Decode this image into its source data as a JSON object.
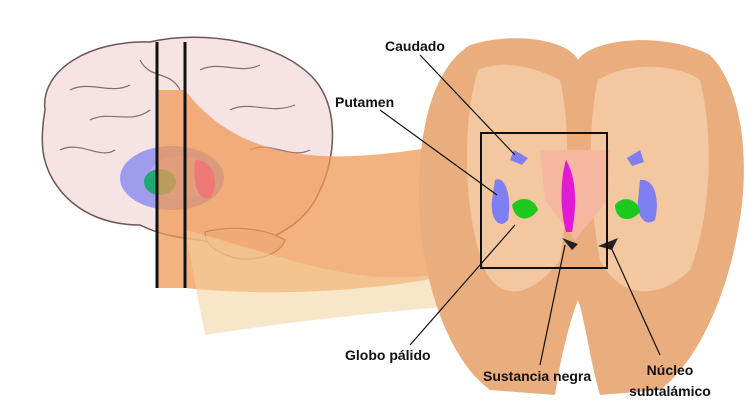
{
  "labels": {
    "caudate": "Caudado",
    "putamen": "Putamen",
    "globus_pallidus": "Globo pálido",
    "substantia_nigra": "Sustancia negra",
    "subthalamic_line1": "Núcleo",
    "subthalamic_line2": "subtalámico"
  },
  "colors": {
    "brain": "#f6e3e3",
    "outline": "#6e5555",
    "section": "#e9ad7e",
    "fan": "#ef9a55",
    "caudate_putamen": "#7f7ff2",
    "globus_pallidus": "#1fc81f",
    "magenta": "#e21ad6"
  }
}
